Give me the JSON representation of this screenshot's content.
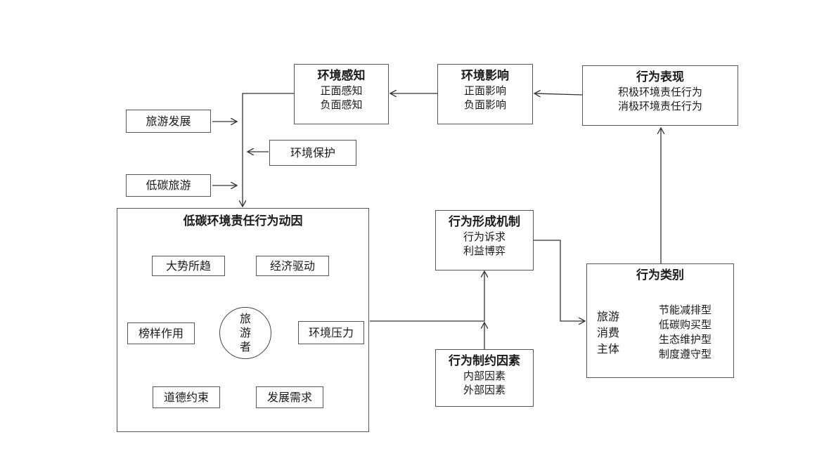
{
  "env_perception": {
    "title": "环境感知",
    "lines": [
      "正面感知",
      "负面感知"
    ]
  },
  "env_influence": {
    "title": "环境影响",
    "lines": [
      "正面影响",
      "负面影响"
    ]
  },
  "behavior_performance": {
    "title": "行为表现",
    "lines": [
      "积极环境责任行为",
      "消极环境责任行为"
    ]
  },
  "inputs": {
    "tourism_dev": "旅游发展",
    "env_protection": "环境保护",
    "low_carbon_tourism": "低碳旅游"
  },
  "motivation": {
    "title": "低碳环境责任行为动因",
    "center": [
      "旅",
      "游",
      "者"
    ],
    "factors": {
      "trend": "大势所趋",
      "economy": "经济驱动",
      "role_model": "榜样作用",
      "env_pressure": "环境压力",
      "moral": "道德约束",
      "development": "发展需求"
    }
  },
  "formation": {
    "title": "行为形成机制",
    "lines": [
      "行为诉求",
      "利益博弈"
    ]
  },
  "constraint": {
    "title": "行为制约因素",
    "lines": [
      "内部因素",
      "外部因素"
    ]
  },
  "category": {
    "title": "行为类别",
    "subject": [
      "旅游",
      "消费",
      "主体"
    ],
    "types": [
      "节能减排型",
      "低碳购买型",
      "生态维护型",
      "制度遵守型"
    ]
  }
}
